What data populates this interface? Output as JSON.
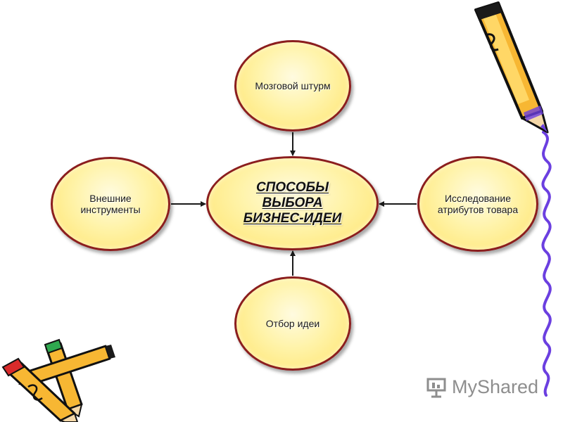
{
  "diagram": {
    "center": {
      "label": "СПОСОБЫ ВЫБОРА БИЗНЕС-ИДЕИ"
    },
    "nodes": [
      {
        "id": "top",
        "label": "Мозговой штурм"
      },
      {
        "id": "left",
        "label": "Внешние инструменты"
      },
      {
        "id": "right",
        "label": "Исследование атрибутов товара"
      },
      {
        "id": "bottom",
        "label": "Отбор идеи"
      }
    ],
    "edges": [
      {
        "from": "top",
        "to": "center"
      },
      {
        "from": "left",
        "to": "center"
      },
      {
        "from": "right",
        "to": "center"
      },
      {
        "from": "bottom",
        "to": "center"
      }
    ]
  },
  "colors": {
    "node_fill": "#fff3a8",
    "node_border": "#8b1e1e",
    "arrow": "#1a1a1a",
    "squiggle": "#6b3fe0"
  },
  "decorations": {
    "pencil_icon_top_right": "pencil-icon",
    "pencils_icon_bottom_left": "crossed-pencils-icon",
    "squiggle": "purple-squiggle-line"
  },
  "watermark": {
    "text": "MyShared"
  }
}
